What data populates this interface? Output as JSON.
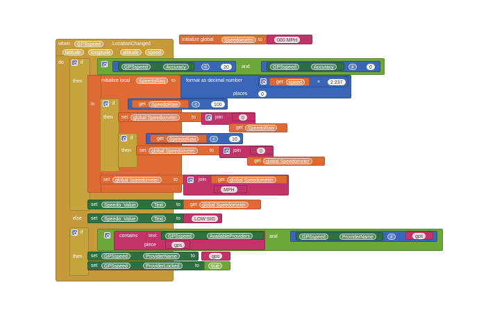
{
  "event": {
    "when": "when",
    "component": "GPSspeed",
    "event_name": ".LocationChanged",
    "params": [
      "latitude",
      "longitude",
      "altitude",
      "speed"
    ],
    "do": "do"
  },
  "global_init": {
    "label": "initialize global",
    "name": "Speedometer",
    "to": "to",
    "value": "000 MPH"
  },
  "if1": {
    "if": "if",
    "lhs_comp": "GPSspeed",
    "lhs_prop": "Accuracy",
    "op": "<",
    "rhs": "20",
    "and": "and",
    "rhs2_comp": "GPSspeed",
    "rhs2_prop": "Accuracy",
    "op2": "≠",
    "rhs2_val": "0"
  },
  "then": "then",
  "else": "else",
  "local_init": {
    "label": "initialize local",
    "name": "SpeedoRaw",
    "to": "to",
    "format": "format as decimal number",
    "get": "get",
    "get_var": "speed",
    "times": "×",
    "factor": "2.237",
    "places": "places",
    "places_val": "0"
  },
  "in": "in",
  "if2": {
    "if": "if",
    "get": "get",
    "var": "SpeedoRaw",
    "op": "<",
    "val": "100"
  },
  "set1": {
    "set": "set",
    "var": "global Speedometer",
    "to": "to",
    "join": "join",
    "text": "0",
    "get": "get",
    "get_var": "SpeedoRaw"
  },
  "if3": {
    "if": "if",
    "get": "get",
    "var": "SpeedoRaw",
    "op": "<",
    "val": "10"
  },
  "set2": {
    "set": "set",
    "var": "global Speedometer",
    "to": "to",
    "join": "join",
    "text": "0",
    "get": "get",
    "get_var": "global Speedometer"
  },
  "set3": {
    "set": "set",
    "var": "global Speedometer",
    "to": "to",
    "join": "join",
    "get": "get",
    "get_var": "global Speedometer",
    "text": "MPH"
  },
  "set4": {
    "set": "set",
    "comp": "Speedo_Value",
    "prop": "Text",
    "to": "to",
    "get": "get",
    "get_var": "global Speedometer"
  },
  "set5": {
    "set": "set",
    "comp": "Speedo_Value",
    "prop": "Text",
    "to": "to",
    "text": "LOW SIG"
  },
  "if4": {
    "if": "if",
    "contains": "contains",
    "text_kw": "text",
    "comp": "GPSspeed",
    "prop": "AvailableProviders",
    "piece": "piece",
    "piece_val": "gps",
    "and": "and",
    "comp2": "GPSspeed",
    "prop2": "ProviderName",
    "op": "≠",
    "val": "gps"
  },
  "set6": {
    "set": "set",
    "comp": "GPSspeed",
    "prop": "ProviderName",
    "to": "to",
    "text": "gps"
  },
  "set7": {
    "set": "set",
    "comp": "GPSspeed",
    "prop": "ProviderLocked",
    "to": "to",
    "val": "true"
  },
  "colors": {
    "event": "#c69a3a",
    "variable": "#e06a34",
    "math": "#3a66b8",
    "text": "#c2336a",
    "logic": "#6ea838",
    "component": "#2e7040"
  }
}
